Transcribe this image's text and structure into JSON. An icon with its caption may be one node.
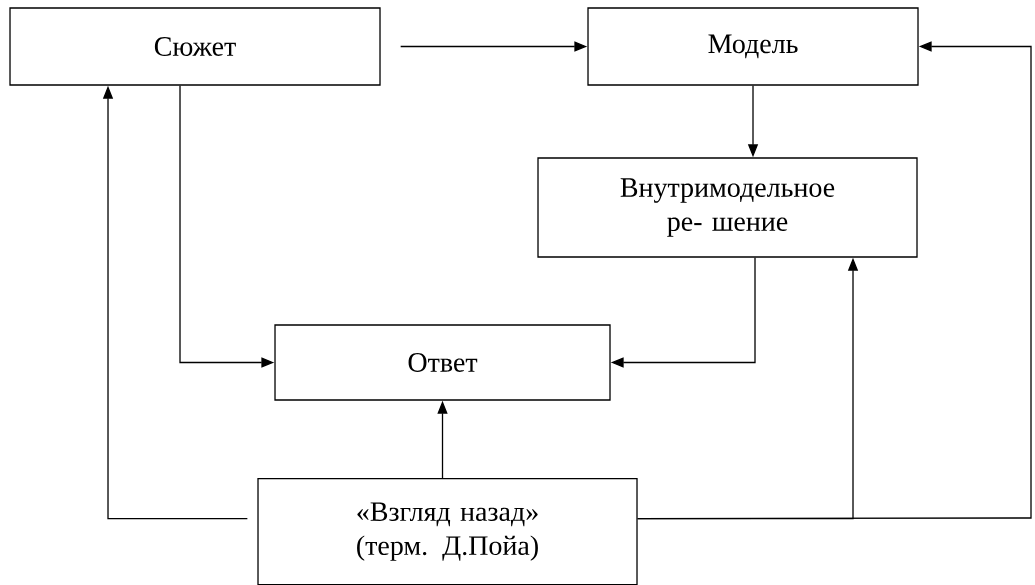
{
  "diagram": {
    "nodes": [
      {
        "text": [
          "Сюжет"
        ]
      },
      {
        "text": [
          "Модель"
        ]
      },
      {
        "text": [
          "Внутримодельное ре- шение"
        ]
      },
      {
        "text": [
          "Ответ"
        ]
      },
      {
        "text": [
          "«Взгляд назад» (терм. Д.Пойа)"
        ]
      }
    ],
    "edges": [
      {
        "from": 0,
        "to": 1,
        "arrow": "to"
      },
      {
        "from": 1,
        "to": 2,
        "arrow": "to"
      },
      {
        "from": 0,
        "to": 3,
        "arrow": "to"
      },
      {
        "from": 2,
        "to": 3,
        "arrow": "to"
      },
      {
        "from": 4,
        "to": 3,
        "arrow": "to"
      },
      {
        "from": 4,
        "to": 0,
        "arrow": "to"
      },
      {
        "from": 4,
        "to": 2,
        "arrow": "to"
      },
      {
        "from": 4,
        "to": 1,
        "arrow": "to"
      }
    ]
  }
}
